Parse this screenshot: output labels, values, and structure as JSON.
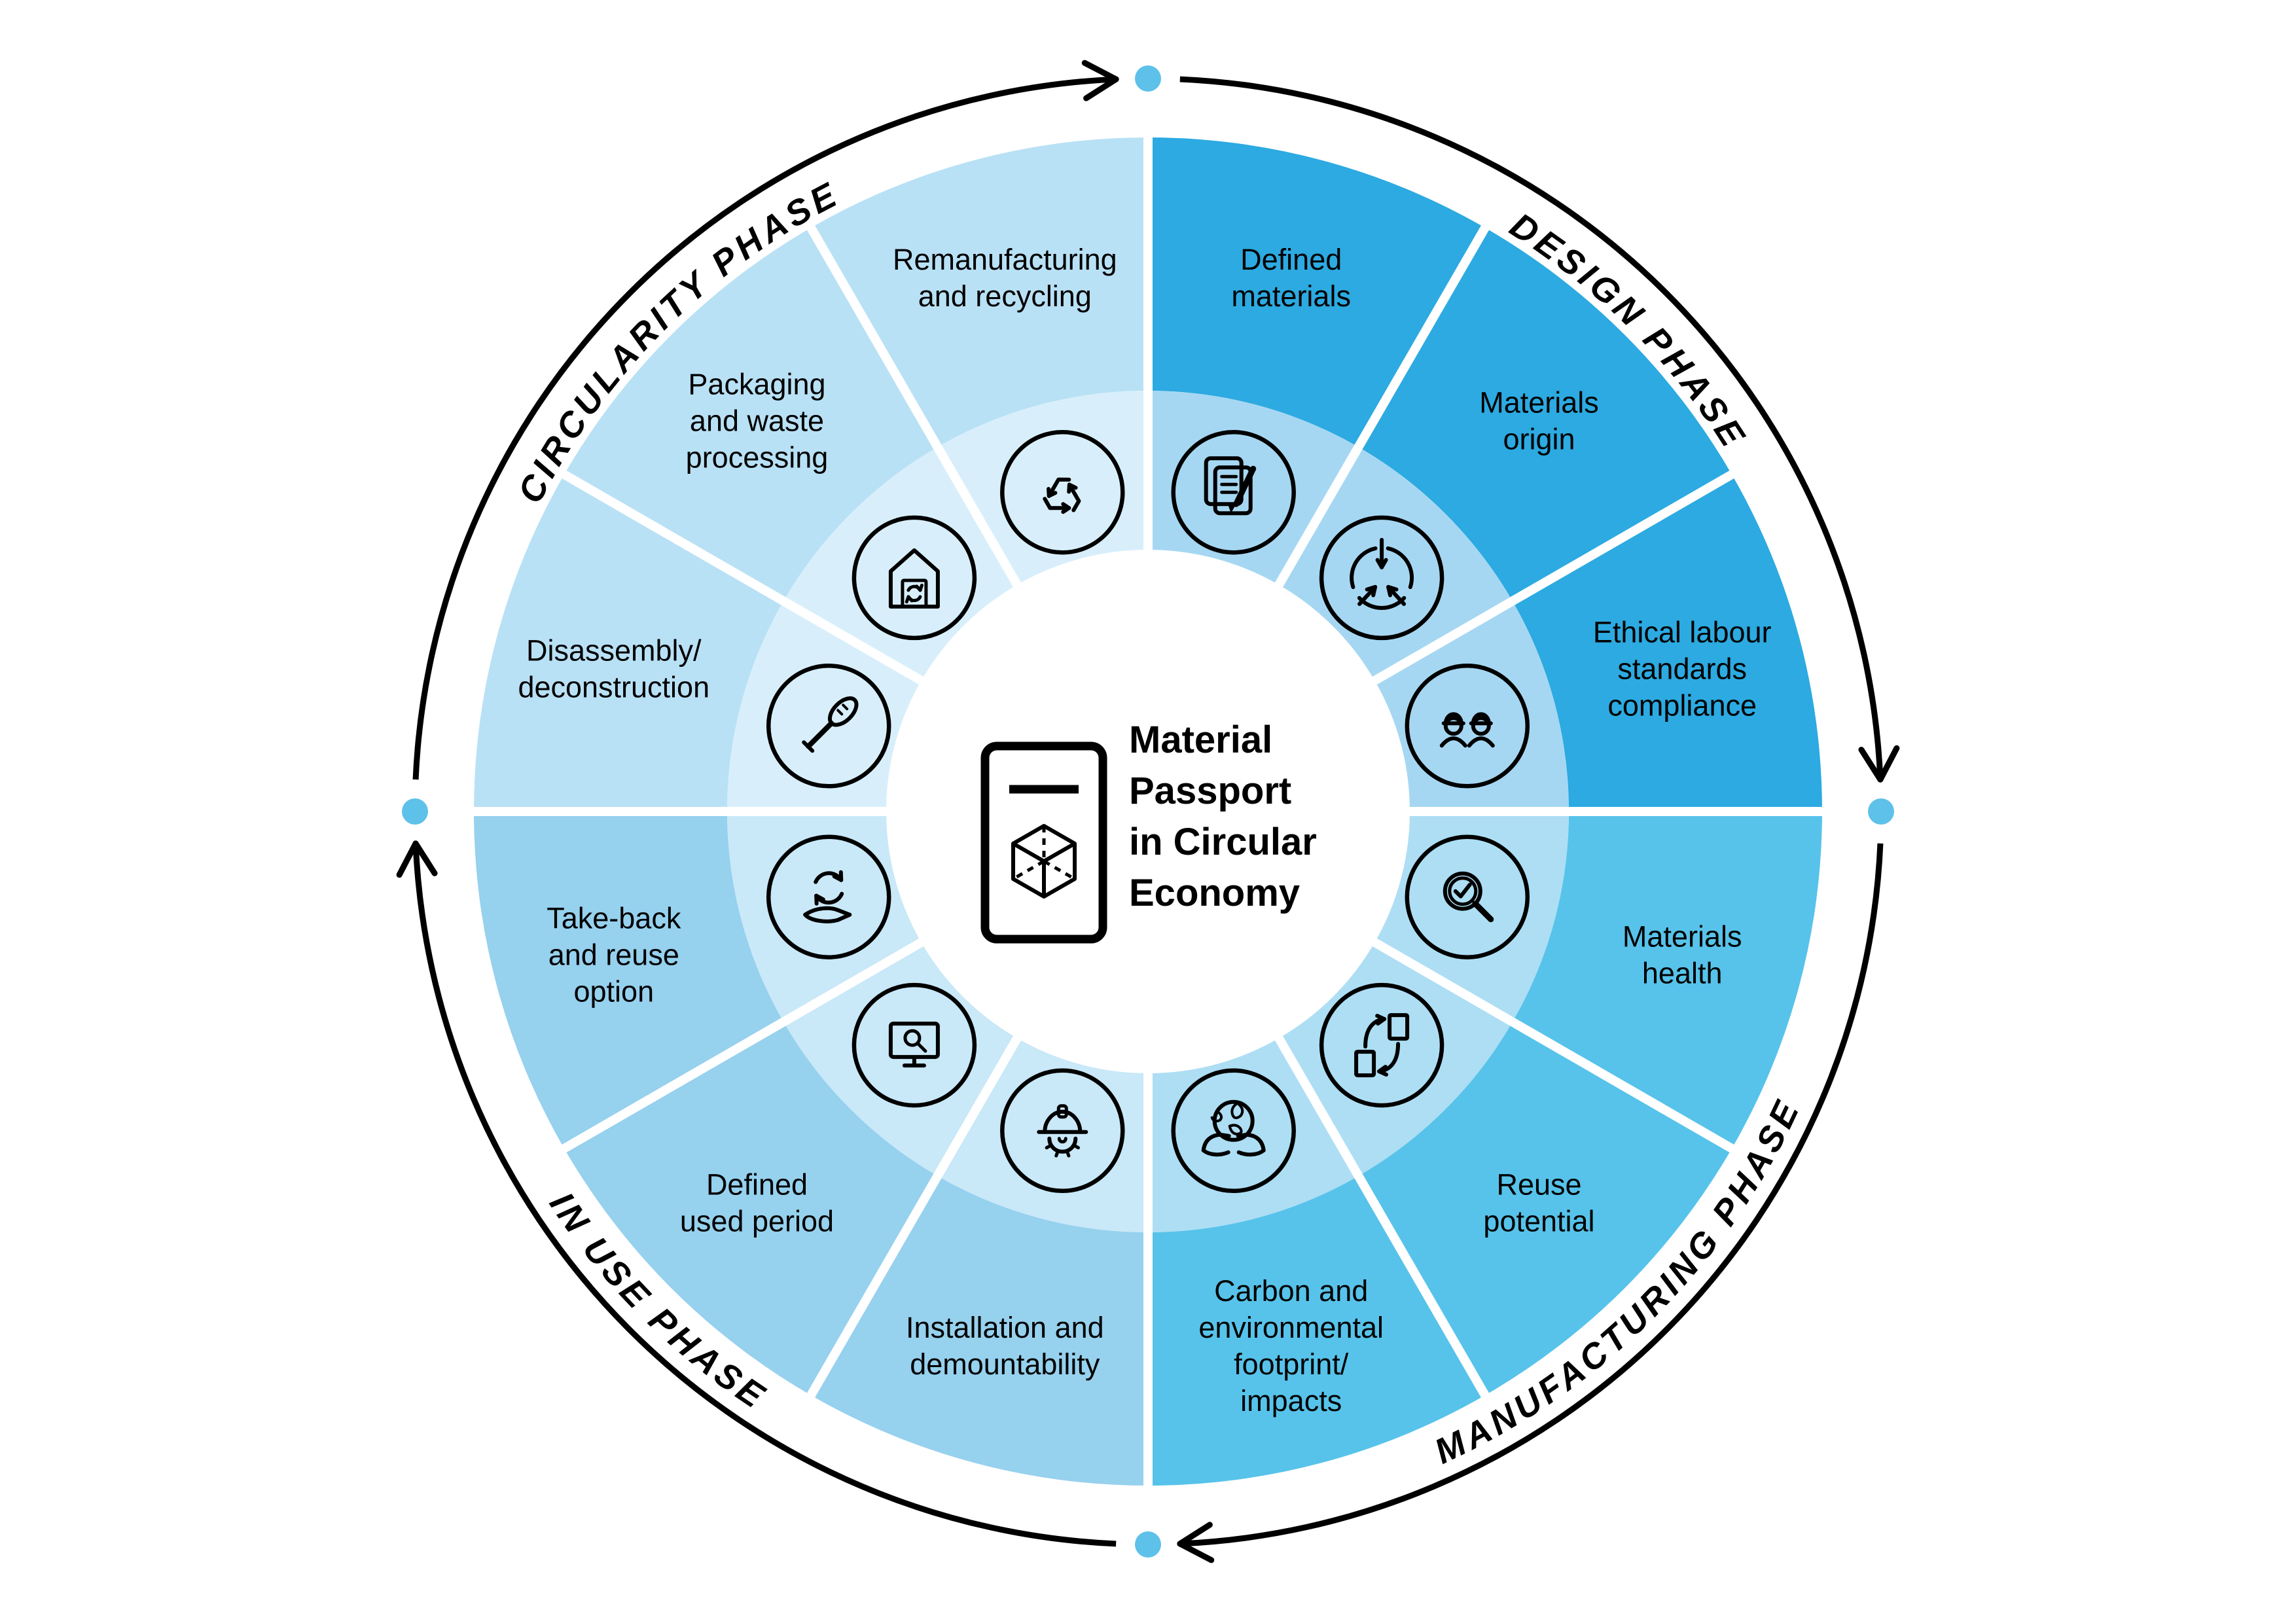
{
  "diagram_title": "Material Passport in Circular Economy",
  "center": {
    "title_lines": [
      "Material",
      "Passport",
      "in Circular",
      "Economy"
    ],
    "icon": "material-passport-cube-icon"
  },
  "colors": {
    "background": "#ffffff",
    "stroke_black": "#000000",
    "divider_white": "#ffffff",
    "flow_dot": "#5EC1E9",
    "design_outer": "#2CAAE1",
    "design_inner": "#A6D7F2",
    "manufacturing_outer": "#57C3EA",
    "manufacturing_inner": "#ADDEF4",
    "in_use_outer": "#96D1EE",
    "in_use_inner": "#C9E8F8",
    "circularity_outer": "#B9E1F5",
    "circularity_inner": "#D8EFFB"
  },
  "phases": [
    {
      "id": "design",
      "label": "DESIGN PHASE",
      "start_angle": 0,
      "orientation": "top",
      "outer_color_key": "design_outer",
      "inner_color_key": "design_inner",
      "segments": [
        {
          "id": "defined-materials",
          "label_lines": [
            "Defined",
            "materials"
          ],
          "icon": "document-pencil-icon"
        },
        {
          "id": "materials-origin",
          "label_lines": [
            "Materials",
            "origin"
          ],
          "icon": "converge-arrows-icon"
        },
        {
          "id": "ethical-labour-standards-compliance",
          "label_lines": [
            "Ethical labour",
            "standards",
            "compliance"
          ],
          "icon": "workers-icon"
        }
      ]
    },
    {
      "id": "manufacturing",
      "label": "MANUFACTURING PHASE",
      "start_angle": 90,
      "orientation": "bottom",
      "outer_color_key": "manufacturing_outer",
      "inner_color_key": "manufacturing_inner",
      "segments": [
        {
          "id": "materials-health",
          "label_lines": [
            "Materials",
            "health"
          ],
          "icon": "magnifier-check-icon"
        },
        {
          "id": "reuse-potential",
          "label_lines": [
            "Reuse",
            "potential"
          ],
          "icon": "swap-boxes-icon"
        },
        {
          "id": "carbon-environmental-footprint",
          "label_lines": [
            "Carbon and",
            "environmental",
            "footprint/",
            "impacts"
          ],
          "icon": "globe-hands-icon"
        }
      ]
    },
    {
      "id": "in-use",
      "label": "IN USE PHASE",
      "start_angle": 180,
      "orientation": "bottom",
      "outer_color_key": "in_use_outer",
      "inner_color_key": "in_use_inner",
      "segments": [
        {
          "id": "installation-demountability",
          "label_lines": [
            "Installation and",
            "demountability"
          ],
          "icon": "helmet-gear-icon"
        },
        {
          "id": "defined-used-period",
          "label_lines": [
            "Defined",
            "used period"
          ],
          "icon": "monitor-magnifier-icon"
        },
        {
          "id": "take-back-reuse-option",
          "label_lines": [
            "Take-back",
            "and reuse",
            "option"
          ],
          "icon": "hand-cycle-icon"
        }
      ]
    },
    {
      "id": "circularity",
      "label": "CIRCULARITY PHASE",
      "start_angle": 270,
      "orientation": "top",
      "outer_color_key": "circularity_outer",
      "inner_color_key": "circularity_inner",
      "segments": [
        {
          "id": "disassembly-deconstruction",
          "label_lines": [
            "Disassembly/",
            "deconstruction"
          ],
          "icon": "screwdriver-icon"
        },
        {
          "id": "packaging-waste-processing",
          "label_lines": [
            "Packaging",
            "and waste",
            "processing"
          ],
          "icon": "waste-house-icon"
        },
        {
          "id": "remanufacturing-recycling",
          "label_lines": [
            "Remanufacturing",
            "and recycling"
          ],
          "icon": "recycling-icon"
        }
      ]
    }
  ]
}
